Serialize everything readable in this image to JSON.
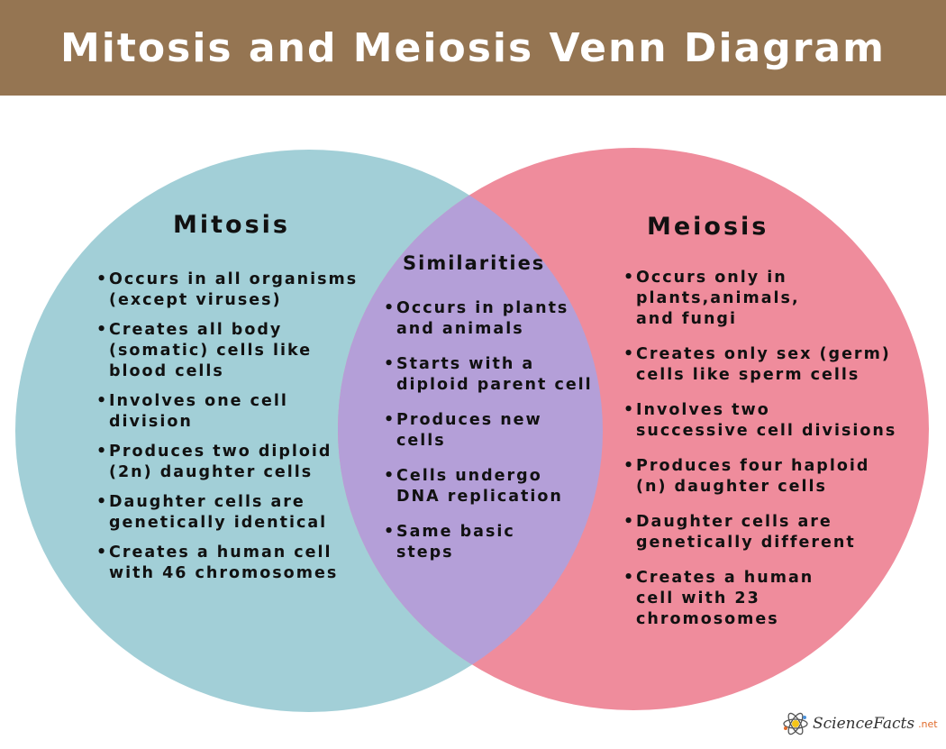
{
  "title": "Mitosis and Meiosis Venn Diagram",
  "colors": {
    "header": "#957552",
    "mitosis": "#a2cfd7",
    "meiosis": "#ef8c9c",
    "overlap": "#b49fd8"
  },
  "mitosis": {
    "heading": "Mitosis",
    "items": [
      "Occurs in all organisms\n(except viruses)",
      "Creates all body\n(somatic) cells like\nblood cells",
      "Involves one cell\ndivision",
      "Produces two diploid\n(2n) daughter cells",
      "Daughter cells are\ngenetically identical",
      "Creates a human cell\nwith 46 chromosomes"
    ]
  },
  "similarities": {
    "heading": "Similarities",
    "items": [
      "Occurs in plants\nand animals",
      "Starts with a\ndiploid parent cell",
      "Produces new\ncells",
      "Cells undergo\nDNA replication",
      "Same basic\nsteps"
    ]
  },
  "meiosis": {
    "heading": "Meiosis",
    "items": [
      "Occurs only in\nplants,animals,\nand fungi",
      "Creates only sex (germ)\ncells like sperm cells",
      "Involves two\nsuccessive cell divisions",
      "Produces four haploid\n(n) daughter cells",
      "Daughter cells are\ngenetically different",
      "Creates a human\ncell with 23\nchromosomes"
    ]
  },
  "logo": {
    "text": "ScienceFacts",
    "suffix": ".net",
    "icon": "atom-icon"
  }
}
